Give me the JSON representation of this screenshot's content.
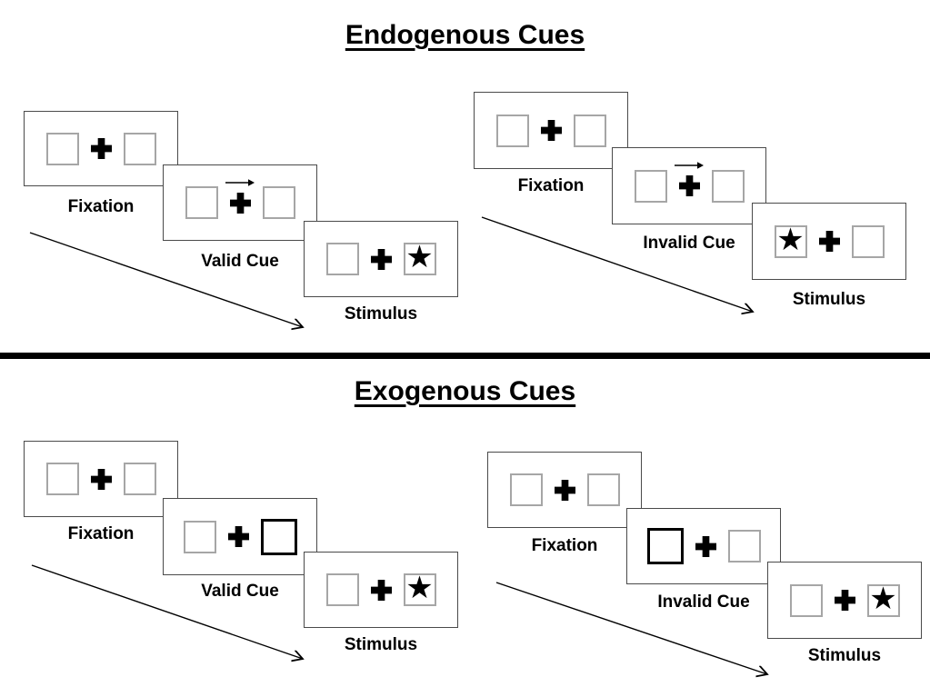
{
  "colors": {
    "background": "#ffffff",
    "panel_border": "#4a4a4a",
    "box_border": "#a6a6a6",
    "cue_box_border": "#000000",
    "ink": "#000000"
  },
  "icons": {
    "star": "★",
    "plus": "fixation-cross",
    "cue_arrow": "right-arrow",
    "timeline_arrow": "diagonal-arrow"
  },
  "endogenous": {
    "title": "Endogenous Cues",
    "valid": {
      "fixation": {
        "label": "Fixation",
        "left_box": "empty",
        "right_box": "empty",
        "cue_arrow": false
      },
      "cue": {
        "label": "Valid Cue",
        "left_box": "empty",
        "right_box": "empty",
        "cue_arrow": true
      },
      "stimulus": {
        "label": "Stimulus",
        "left_box": "empty",
        "right_box": "star",
        "cue_arrow": false
      }
    },
    "invalid": {
      "fixation": {
        "label": "Fixation",
        "left_box": "empty",
        "right_box": "empty",
        "cue_arrow": false
      },
      "cue": {
        "label": "Invalid Cue",
        "left_box": "empty",
        "right_box": "empty",
        "cue_arrow": true
      },
      "stimulus": {
        "label": "Stimulus",
        "left_box": "star",
        "right_box": "empty",
        "cue_arrow": false
      }
    }
  },
  "exogenous": {
    "title": "Exogenous Cues",
    "valid": {
      "fixation": {
        "label": "Fixation",
        "left_box": "empty",
        "right_box": "empty",
        "cue_arrow": false
      },
      "cue": {
        "label": "Valid Cue",
        "left_box": "empty",
        "right_box": "cue",
        "cue_arrow": false
      },
      "stimulus": {
        "label": "Stimulus",
        "left_box": "empty",
        "right_box": "star",
        "cue_arrow": false
      }
    },
    "invalid": {
      "fixation": {
        "label": "Fixation",
        "left_box": "empty",
        "right_box": "empty",
        "cue_arrow": false
      },
      "cue": {
        "label": "Invalid Cue",
        "left_box": "cue",
        "right_box": "empty",
        "cue_arrow": false
      },
      "stimulus": {
        "label": "Stimulus",
        "left_box": "empty",
        "right_box": "star",
        "cue_arrow": false
      }
    }
  }
}
